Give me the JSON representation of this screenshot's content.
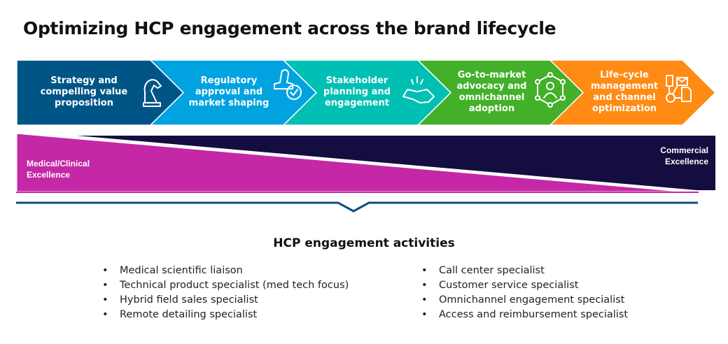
{
  "title": "Optimizing HCP engagement across the brand lifecycle",
  "steps": [
    {
      "label": "Strategy and compelling value proposition",
      "icon": "chess-knight-icon",
      "color": "#005587"
    },
    {
      "label": "Regulatory approval and market shaping",
      "icon": "stamp-check-icon",
      "color": "#00a3e0"
    },
    {
      "label": "Stakeholder planning and engagement",
      "icon": "handshake-icon",
      "color": "#00bfb3"
    },
    {
      "label": "Go-to-market advocacy and omnichannel adoption",
      "icon": "network-person-icon",
      "color": "#43b02a"
    },
    {
      "label": "Life-cycle management and channel optimization",
      "icon": "channels-icon",
      "color": "#ff8a14"
    }
  ],
  "bands": {
    "medical": {
      "label": "Medical/Clinical Excellence",
      "color": "#c428a6"
    },
    "commercial": {
      "label": "Commercial Excellence",
      "color": "#140d40"
    }
  },
  "activities": {
    "title": "HCP engagement activities",
    "left": [
      "Medical scientific liaison",
      "Technical product specialist (med tech focus)",
      "Hybrid field sales specialist",
      "Remote detailing specialist"
    ],
    "right": [
      "Call center specialist",
      "Customer service specialist",
      "Omnichannel engagement specialist",
      "Access and reimbursement specialist"
    ]
  }
}
